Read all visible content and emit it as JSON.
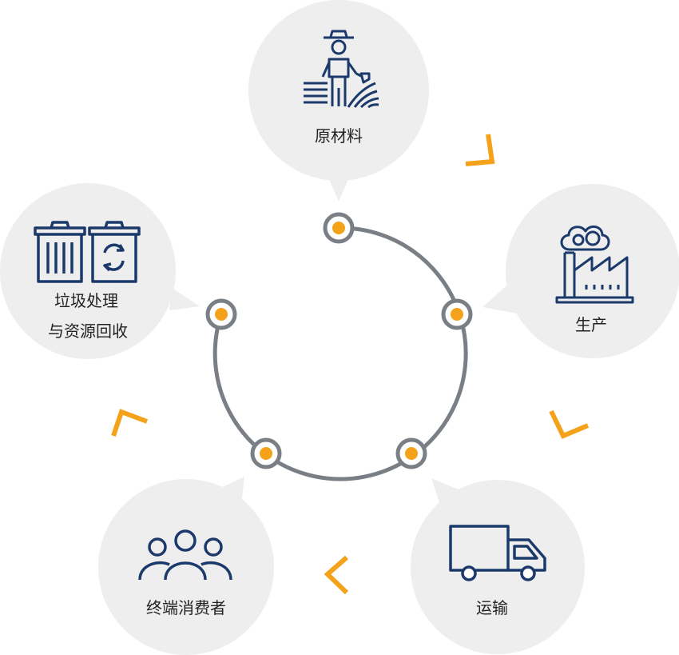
{
  "stages": {
    "raw_material": {
      "label": "原材料",
      "icon": "farmer-icon"
    },
    "production": {
      "label": "生产",
      "icon": "factory-icon"
    },
    "transport": {
      "label": "运输",
      "icon": "truck-icon"
    },
    "consumer": {
      "label": "终端消费者",
      "icon": "people-icon"
    },
    "recycling": {
      "label_line1": "垃圾处理",
      "label_line2": "与资源回收",
      "icon": "recycle-bins-icon"
    }
  },
  "colors": {
    "bubble": "#eeeeee",
    "icon": "#1b3a6b",
    "ring": "#7a7f85",
    "dot": "#f5a21b",
    "arrow": "#f5a21b"
  }
}
